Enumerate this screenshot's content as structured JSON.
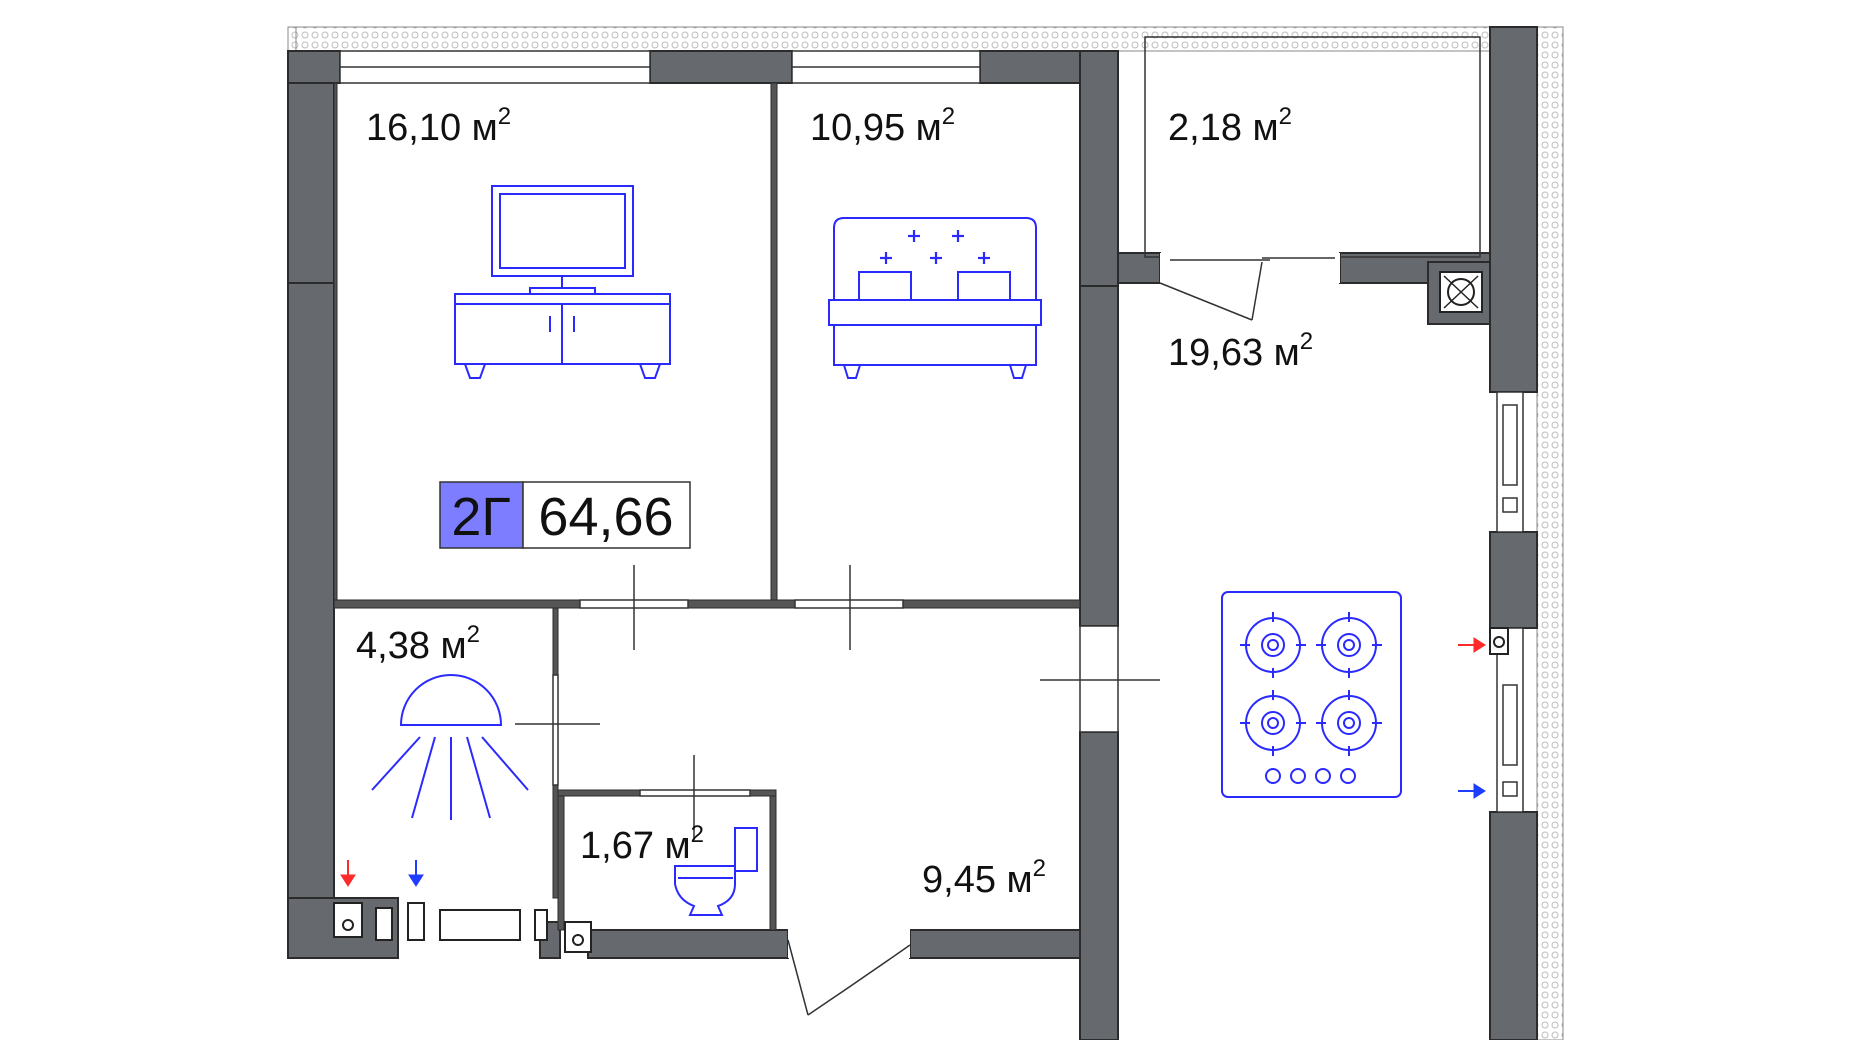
{
  "plan": {
    "unit_code": "2Г",
    "total_area": "64,66",
    "colors": {
      "wall": "#666a6e",
      "wall_outline": "#2b2b2b",
      "furniture": "#2a2aff",
      "badge_fill": "#7d7dff",
      "hot_water_arrow": "#ff2a2a",
      "cold_water_arrow": "#1f3dff"
    },
    "rooms": [
      {
        "id": "living-room",
        "area": "16,10",
        "unit": "м",
        "exp": "2"
      },
      {
        "id": "bedroom",
        "area": "10,95",
        "unit": "м",
        "exp": "2"
      },
      {
        "id": "balcony",
        "area": "2,18",
        "unit": "м",
        "exp": "2"
      },
      {
        "id": "kitchen",
        "area": "19,63",
        "unit": "м",
        "exp": "2"
      },
      {
        "id": "bathroom",
        "area": "4,38",
        "unit": "м",
        "exp": "2"
      },
      {
        "id": "toilet",
        "area": "1,67",
        "unit": "м",
        "exp": "2"
      },
      {
        "id": "hallway",
        "area": "9,45",
        "unit": "м",
        "exp": "2"
      }
    ],
    "icons": [
      "tv-stand-icon",
      "double-bed-icon",
      "gas-stove-icon",
      "shower-icon",
      "toilet-icon",
      "ventilation-icon",
      "hot-water-arrow-icon",
      "cold-water-arrow-icon"
    ]
  }
}
